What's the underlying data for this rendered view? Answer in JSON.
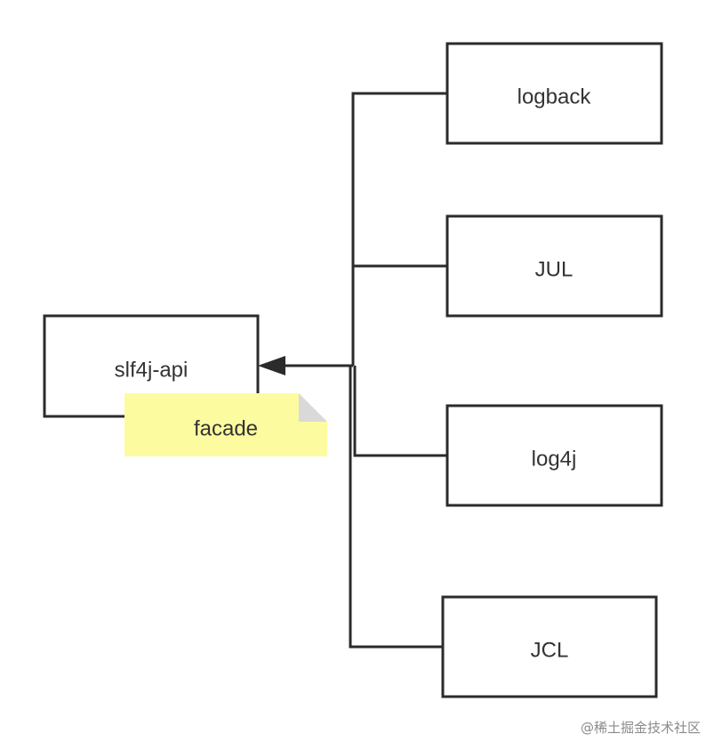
{
  "diagram": {
    "facade_box": {
      "label": "slf4j-api"
    },
    "note": {
      "label": "facade",
      "color": "#fdfba0",
      "fold_color": "#d9d9d9"
    },
    "implementations": [
      {
        "label": "logback"
      },
      {
        "label": "JUL"
      },
      {
        "label": "log4j"
      },
      {
        "label": "JCL"
      }
    ],
    "line_color": "#2b2b2b"
  },
  "watermark": {
    "text": "@稀土掘金技术社区"
  }
}
